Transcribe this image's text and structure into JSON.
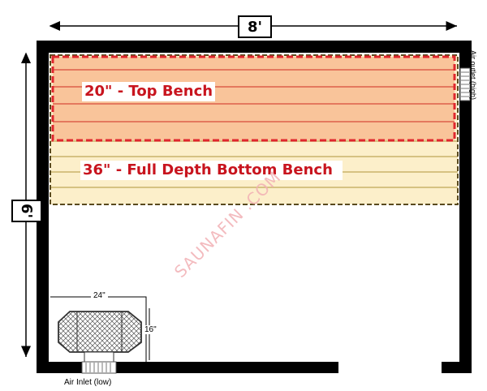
{
  "dimensions": {
    "width_label": "8'",
    "depth_label": "6'"
  },
  "benches": {
    "top_label": "20\" - Top Bench",
    "bottom_label": "36\" - Full Depth Bottom Bench"
  },
  "heater": {
    "width_label": "24\"",
    "depth_label": "16\""
  },
  "vents": {
    "outlet_label": "Air outlet (high)",
    "inlet_label": "Air Inlet (low)"
  },
  "watermark": "SAUNAFIN .COM",
  "colors": {
    "wall": "#000000",
    "top_bench_fill": "#f9c49a",
    "bottom_bench_fill": "#fcefca",
    "bench_outline": "#e0262d",
    "bottom_outline": "#5a4a1e",
    "label_red": "#c8141e"
  }
}
